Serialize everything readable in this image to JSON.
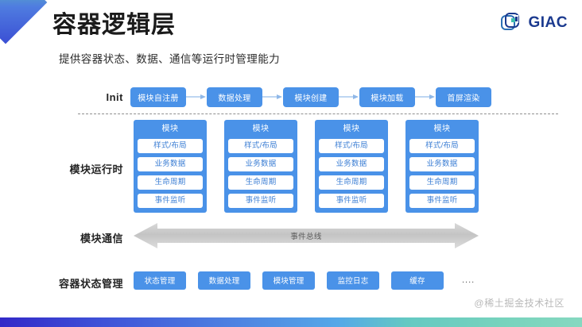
{
  "header": {
    "title": "容器逻辑层",
    "subtitle": "提供容器状态、数据、通信等运行时管理能力",
    "logo_text": "GIAC",
    "logo_icon": "giac-g-mark"
  },
  "colors": {
    "box_blue": "#4a92e8",
    "module_item_text": "#3d7fd4",
    "arrow_gray": "#c8c8c8",
    "logo_blue": "#1b3a8f",
    "divider": "#8e8e8e"
  },
  "rows": {
    "init": {
      "label": "Init",
      "steps": [
        "模块自注册",
        "数据处理",
        "模块创建",
        "模块加载",
        "首屏渲染"
      ]
    },
    "runtime": {
      "label": "模块运行时",
      "modules": [
        {
          "title": "模块",
          "items": [
            "样式/布局",
            "业务数据",
            "生命周期",
            "事件监听"
          ]
        },
        {
          "title": "模块",
          "items": [
            "样式/布局",
            "业务数据",
            "生命周期",
            "事件监听"
          ]
        },
        {
          "title": "模块",
          "items": [
            "样式/布局",
            "业务数据",
            "生命周期",
            "事件监听"
          ]
        },
        {
          "title": "模块",
          "items": [
            "样式/布局",
            "业务数据",
            "生命周期",
            "事件监听"
          ]
        }
      ]
    },
    "communication": {
      "label": "模块通信",
      "bus_label": "事件总线"
    },
    "state": {
      "label": "容器状态管理",
      "items": [
        "状态管理",
        "数据处理",
        "模块管理",
        "监控日志",
        "缓存"
      ],
      "ellipsis": "...."
    }
  },
  "watermark": "@稀土掘金技术社区"
}
